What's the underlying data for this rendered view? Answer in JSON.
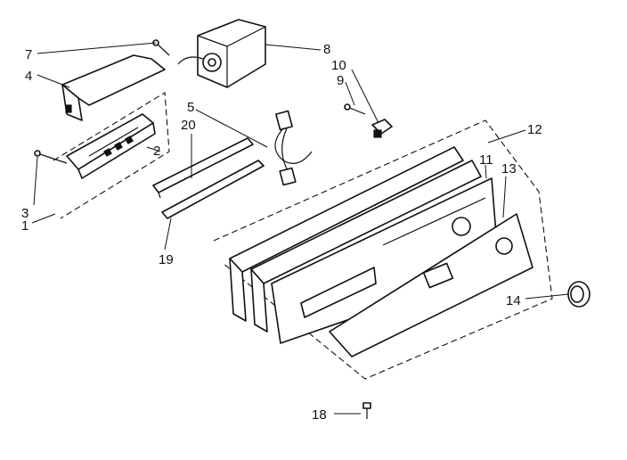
{
  "callouts": {
    "c1": "1",
    "c2": "2",
    "c3": "3",
    "c4": "4",
    "c5": "5",
    "c7": "7",
    "c8": "8",
    "c9": "9",
    "c10": "10",
    "c11": "11",
    "c12": "12",
    "c13": "13",
    "c14": "14",
    "c18": "18",
    "c19": "19",
    "c20": "20"
  }
}
